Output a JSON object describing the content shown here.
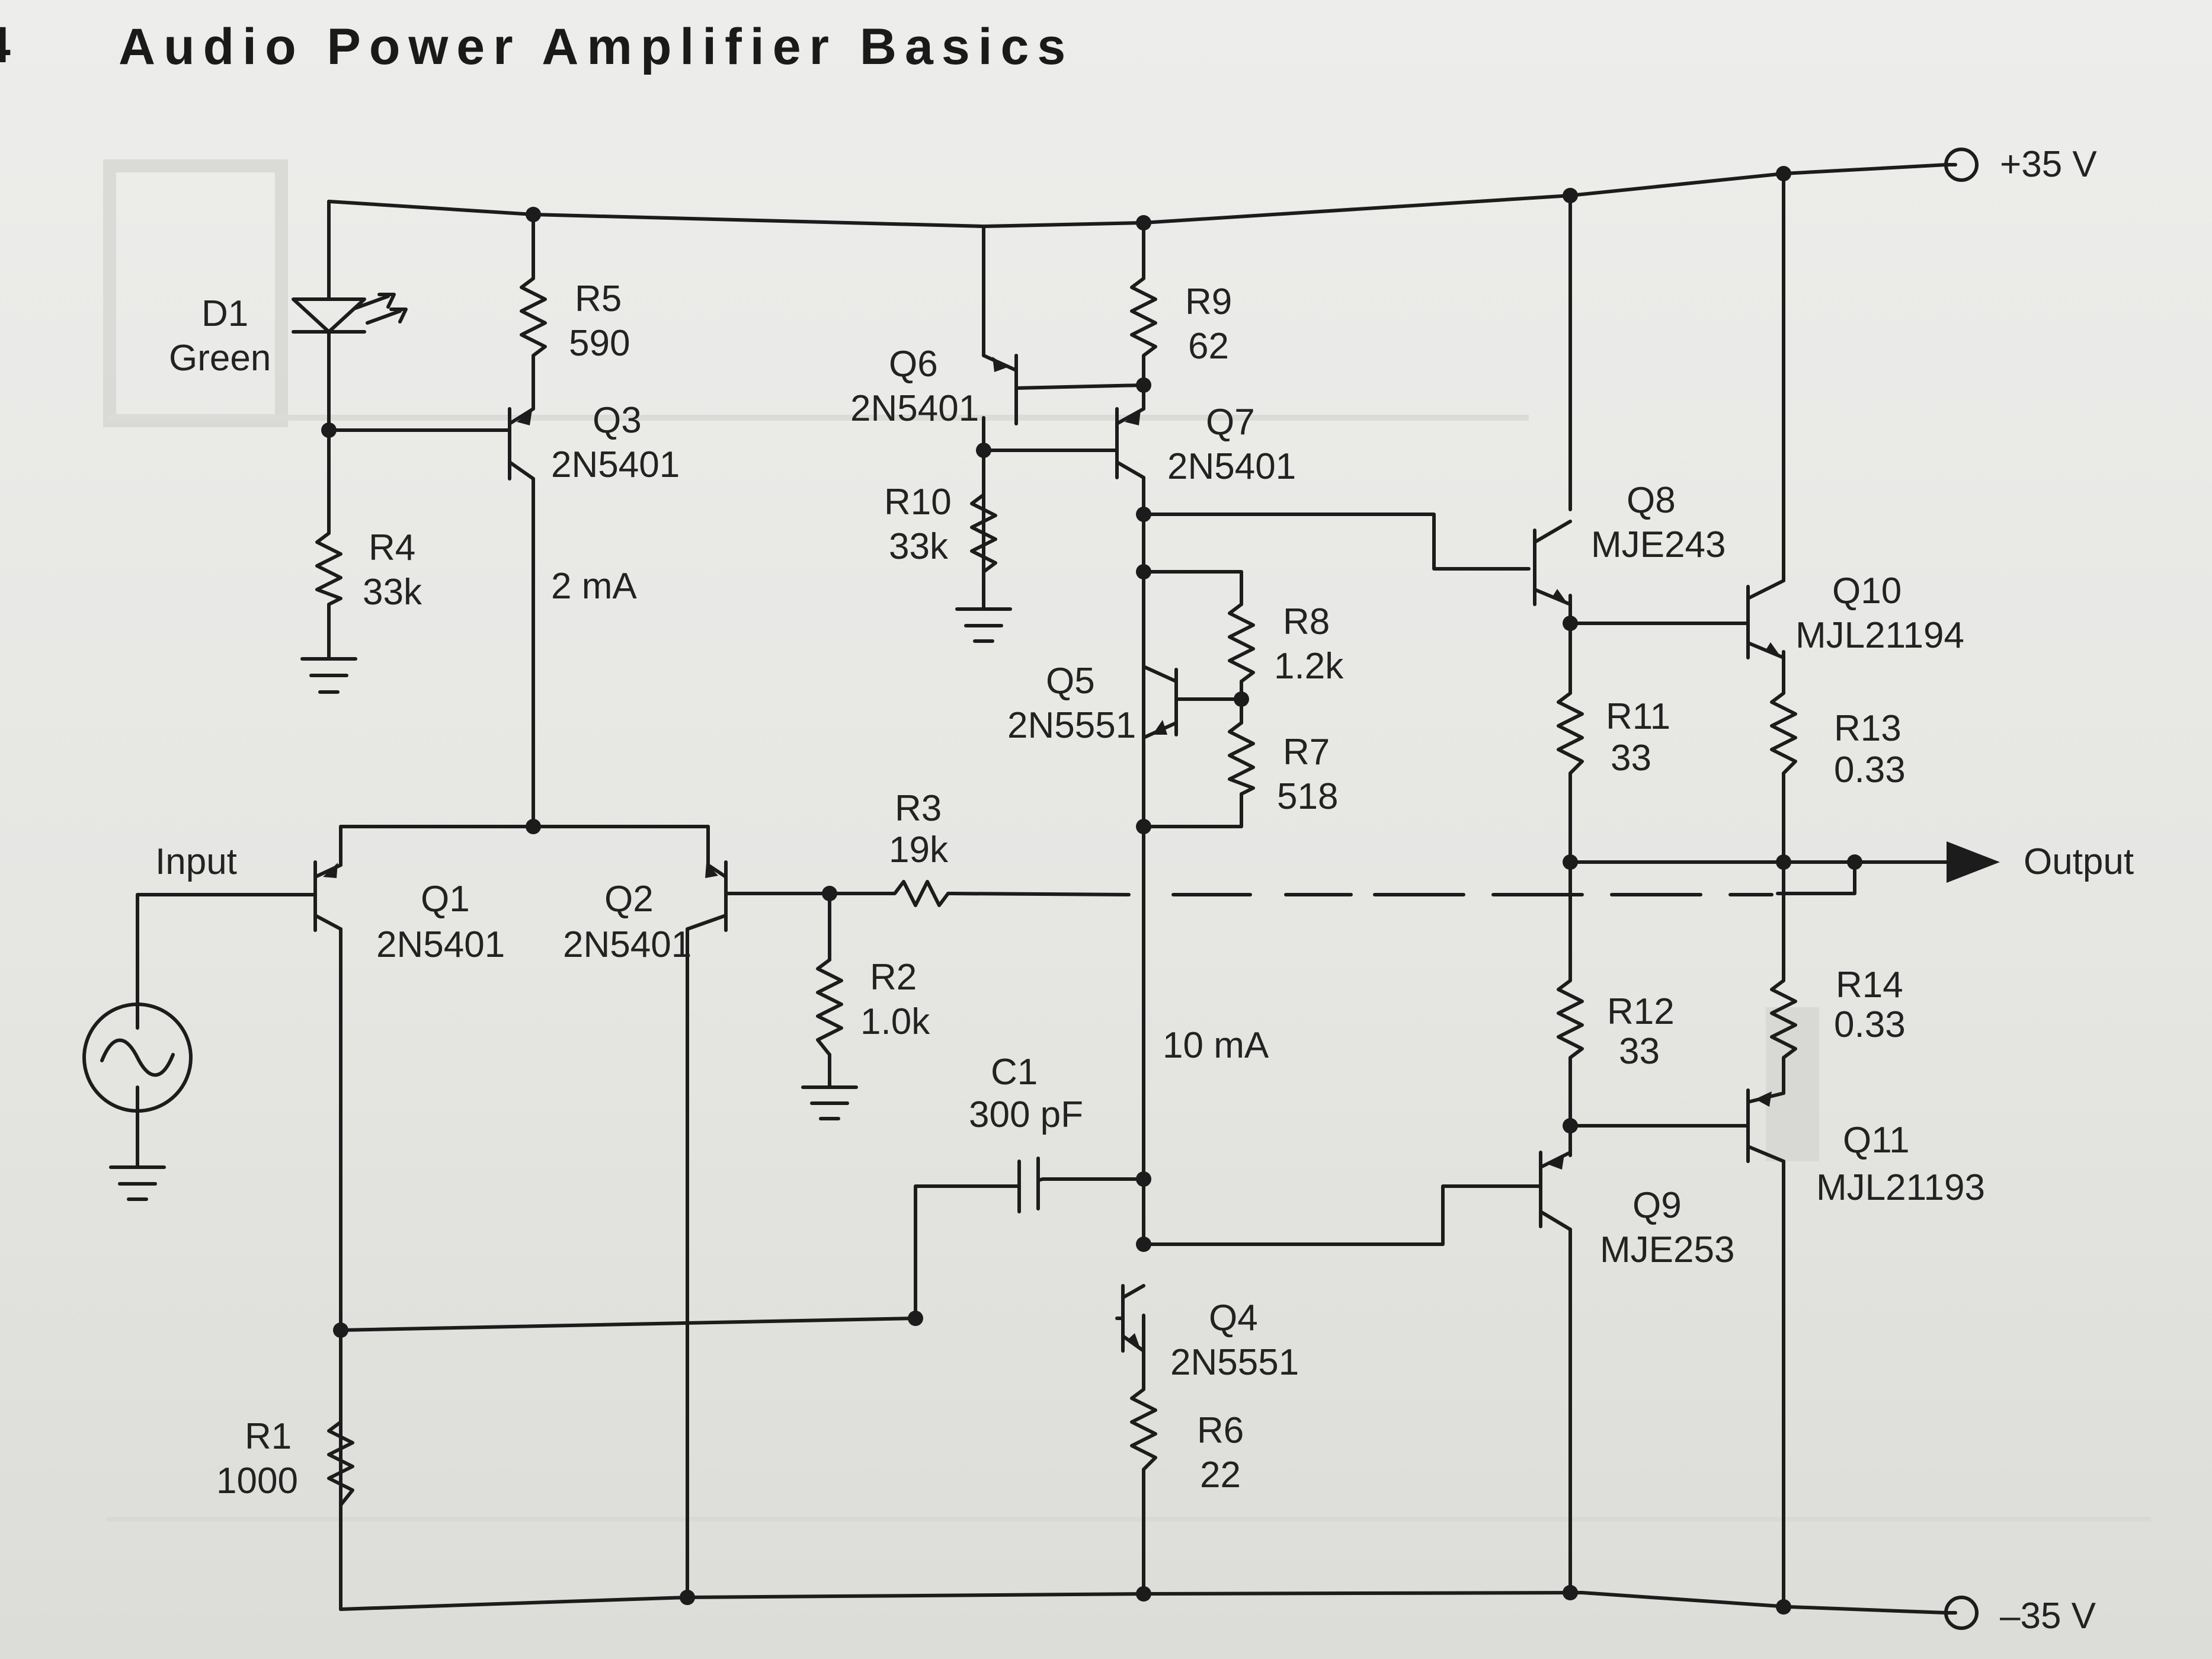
{
  "header": {
    "page_number": "4",
    "title": "Audio Power Amplifier Basics"
  },
  "rails": {
    "positive": "+35 V",
    "negative": "–35 V"
  },
  "signals": {
    "input": "Input",
    "output": "Output"
  },
  "currents": {
    "q3_current": "2 mA",
    "vas_current": "10 mA"
  },
  "components": {
    "d1": {
      "ref": "D1",
      "value": "Green"
    },
    "r1": {
      "ref": "R1",
      "value": "1000"
    },
    "r2": {
      "ref": "R2",
      "value": "1.0k"
    },
    "r3": {
      "ref": "R3",
      "value": "19k"
    },
    "r4": {
      "ref": "R4",
      "value": "33k"
    },
    "r5": {
      "ref": "R5",
      "value": "590"
    },
    "r6": {
      "ref": "R6",
      "value": "22"
    },
    "r7": {
      "ref": "R7",
      "value": "518"
    },
    "r8": {
      "ref": "R8",
      "value": "1.2k"
    },
    "r9": {
      "ref": "R9",
      "value": "62"
    },
    "r10": {
      "ref": "R10",
      "value": "33k"
    },
    "r11": {
      "ref": "R11",
      "value": "33"
    },
    "r12": {
      "ref": "R12",
      "value": "33"
    },
    "r13": {
      "ref": "R13",
      "value": "0.33"
    },
    "r14": {
      "ref": "R14",
      "value": "0.33"
    },
    "c1": {
      "ref": "C1",
      "value": "300 pF"
    },
    "q1": {
      "ref": "Q1",
      "part": "2N5401"
    },
    "q2": {
      "ref": "Q2",
      "part": "2N5401"
    },
    "q3": {
      "ref": "Q3",
      "part": "2N5401"
    },
    "q4": {
      "ref": "Q4",
      "part": "2N5551"
    },
    "q5": {
      "ref": "Q5",
      "part": "2N5551"
    },
    "q6": {
      "ref": "Q6",
      "part": "2N5401"
    },
    "q7": {
      "ref": "Q7",
      "part": "2N5401"
    },
    "q8": {
      "ref": "Q8",
      "part": "MJE243"
    },
    "q9": {
      "ref": "Q9",
      "part": "MJE253"
    },
    "q10": {
      "ref": "Q10",
      "part": "MJL21194"
    },
    "q11": {
      "ref": "Q11",
      "part": "MJL21193"
    }
  }
}
